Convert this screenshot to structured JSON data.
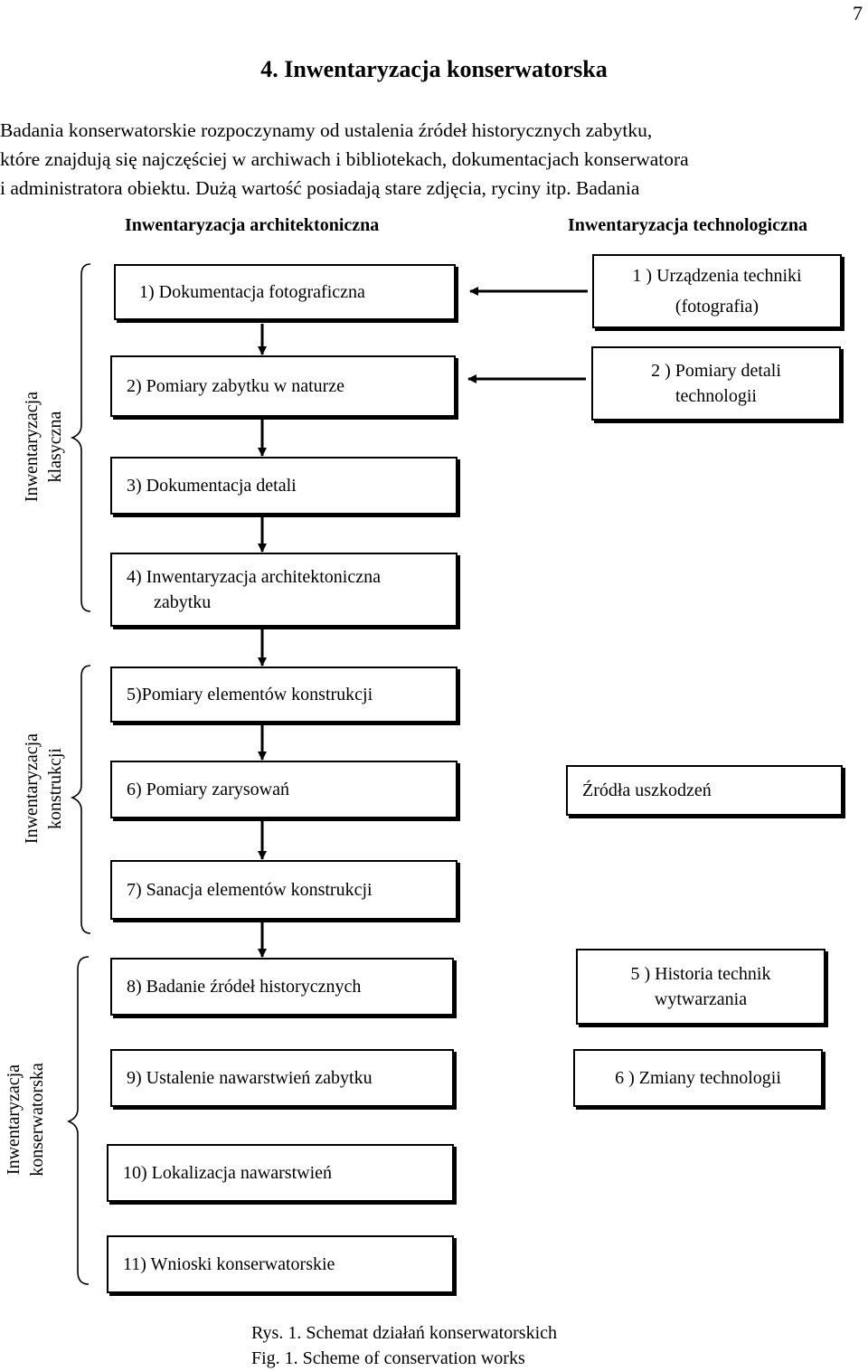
{
  "page_number": "7",
  "section_heading": "4.  Inwentaryzacja konserwatorska",
  "intro_lines": [
    "Badania konserwatorskie rozpoczynamy od ustalenia źródeł historycznych zabytku,",
    "które znajdują się najczęściej w archiwach i bibliotekach, dokumentacjach konserwatora",
    "i administratora obiektu. Dużą wartość posiadają stare zdjęcia, ryciny itp. Badania"
  ],
  "diagram": {
    "column_heads": {
      "left": "Inwentaryzacja architektoniczna",
      "right": "Inwentaryzacja technologiczna"
    },
    "groups": {
      "classic": [
        "Inwentaryzacja",
        "klasyczna"
      ],
      "construction": [
        "Inwentaryzacja",
        "konstrukcji"
      ],
      "conservation": [
        "Inwentaryzacja",
        "konserwatorska"
      ]
    },
    "steps": [
      "1) Dokumentacja fotograficzna",
      "2) Pomiary zabytku w naturze",
      "3) Dokumentacja detali",
      "4) Inwentaryzacja architektoniczna",
      "zabytku",
      "5)Pomiary elementów konstrukcji",
      "6) Pomiary zarysowań",
      "7) Sanacja elementów konstrukcji",
      "8) Badanie źródeł historycznych",
      "9) Ustalenie nawarstwień zabytku",
      "10) Lokalizacja nawarstwień",
      "11) Wnioski konserwatorskie"
    ],
    "tech": {
      "t1": [
        "1 ) Urządzenia techniki",
        "(fotografia)"
      ],
      "t2": [
        "2 ) Pomiary detali",
        "technologii"
      ],
      "damage": "Źródła uszkodzeń",
      "t5": [
        "5 ) Historia technik",
        "wytwarzania"
      ],
      "t6": "6 ) Zmiany technologii"
    }
  },
  "caption": {
    "pl": "Rys. 1. Schemat działań konserwatorskich",
    "en": "Fig. 1. Scheme of conservation works"
  }
}
